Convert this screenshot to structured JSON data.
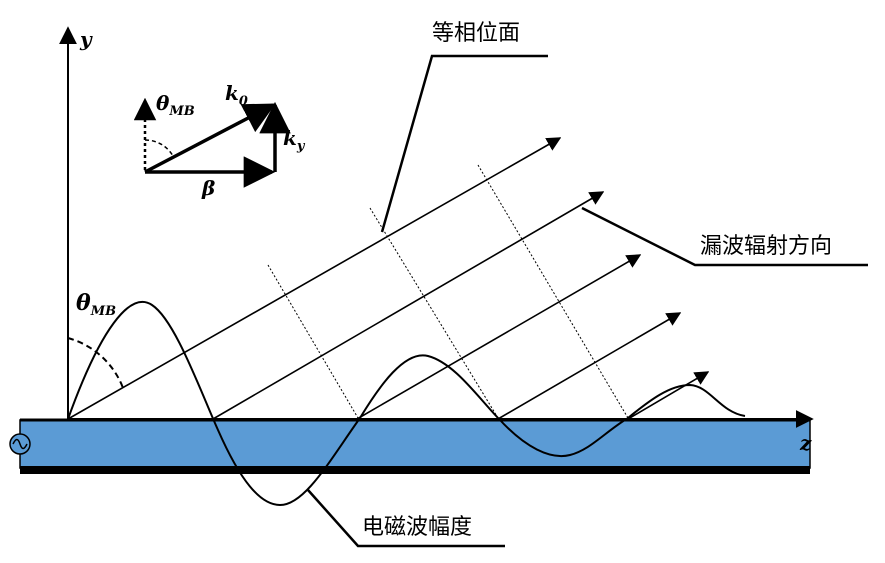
{
  "axes": {
    "y_label": "y",
    "z_label": "z"
  },
  "angle": {
    "theta": "θ",
    "subscript": "MB"
  },
  "inset": {
    "k0": "k",
    "k0_sub": "0",
    "ky": "k",
    "ky_sub": "y",
    "beta": "β"
  },
  "annotations": {
    "phase_front": "等相位面",
    "leaky_direction": "漏波辐射方向",
    "em_amplitude": "电磁波幅度"
  },
  "colors": {
    "waveguide_fill": "#5b9bd5",
    "line": "#000000"
  }
}
